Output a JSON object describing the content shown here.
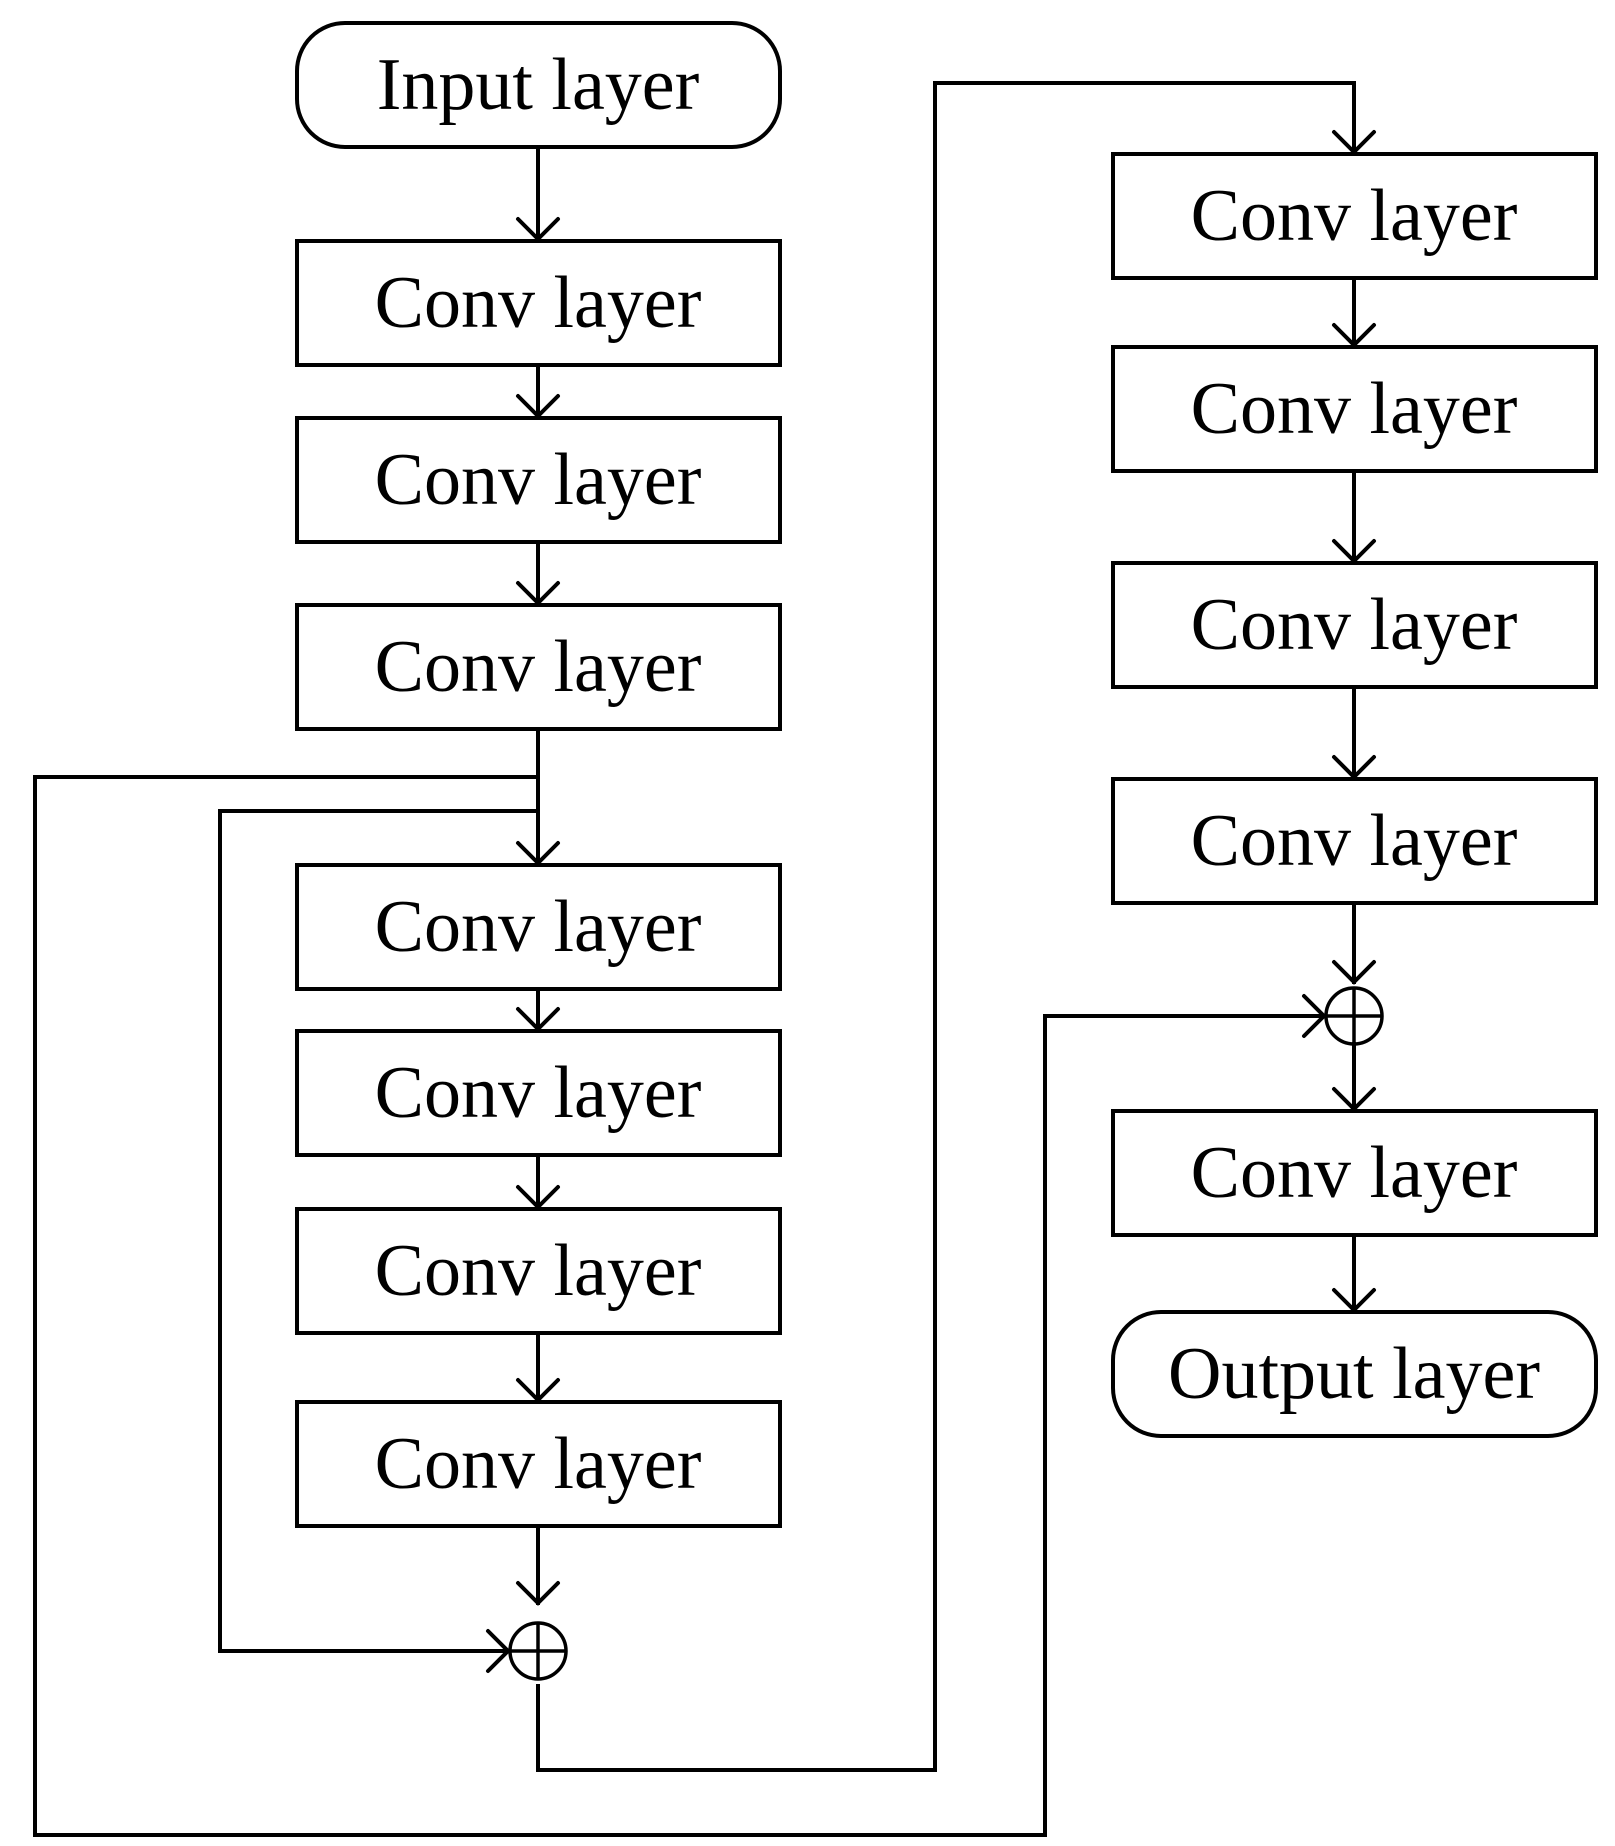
{
  "nodes": {
    "input": "Input layer",
    "conv_a1": "Conv layer",
    "conv_a2": "Conv layer",
    "conv_a3": "Conv layer",
    "conv_b1": "Conv layer",
    "conv_b2": "Conv layer",
    "conv_b3": "Conv layer",
    "conv_b4": "Conv layer",
    "conv_c1": "Conv layer",
    "conv_c2": "Conv layer",
    "conv_c3": "Conv layer",
    "conv_c4": "Conv layer",
    "conv_d1": "Conv layer",
    "output": "Output layer"
  },
  "sum_nodes": [
    "sum-left",
    "sum-right"
  ],
  "edges": [
    {
      "from": "input",
      "to": "conv_a1"
    },
    {
      "from": "conv_a1",
      "to": "conv_a2"
    },
    {
      "from": "conv_a2",
      "to": "conv_a3"
    },
    {
      "from": "conv_a3",
      "to": "conv_b1"
    },
    {
      "from": "conv_a3",
      "to": "sum-left",
      "kind": "skip"
    },
    {
      "from": "conv_a3",
      "to": "sum-right",
      "kind": "skip"
    },
    {
      "from": "conv_b1",
      "to": "conv_b2"
    },
    {
      "from": "conv_b2",
      "to": "conv_b3"
    },
    {
      "from": "conv_b3",
      "to": "conv_b4"
    },
    {
      "from": "conv_b4",
      "to": "sum-left"
    },
    {
      "from": "sum-left",
      "to": "conv_c1"
    },
    {
      "from": "conv_c1",
      "to": "conv_c2"
    },
    {
      "from": "conv_c2",
      "to": "conv_c3"
    },
    {
      "from": "conv_c3",
      "to": "conv_c4"
    },
    {
      "from": "conv_c4",
      "to": "sum-right"
    },
    {
      "from": "sum-right",
      "to": "conv_d1"
    },
    {
      "from": "conv_d1",
      "to": "output"
    }
  ]
}
